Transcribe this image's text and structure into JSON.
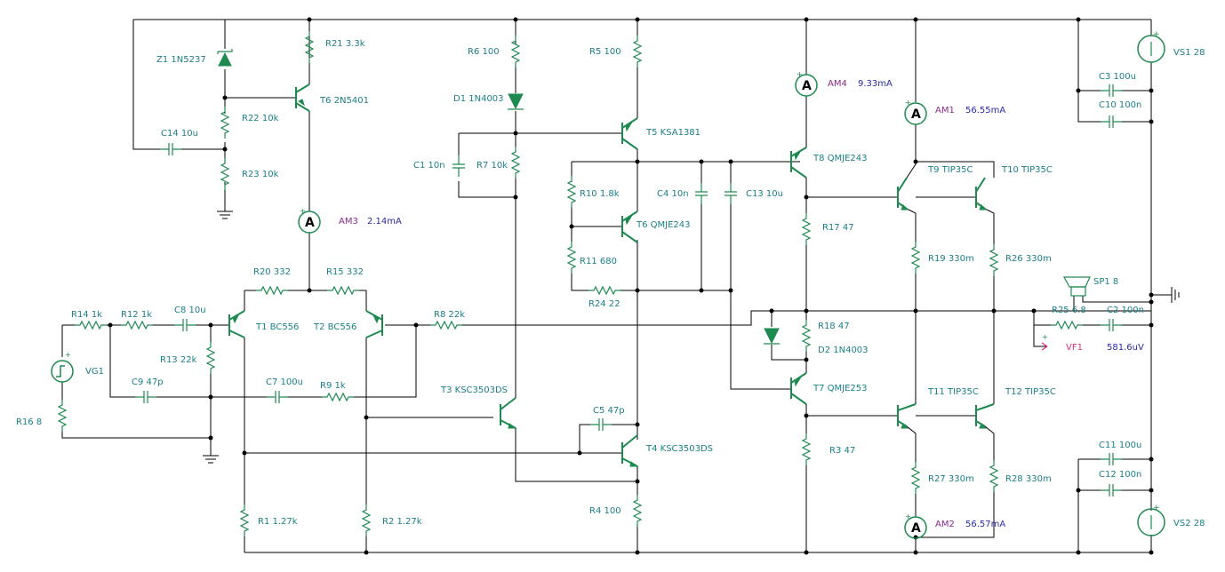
{
  "colors": {
    "wire": "#000000",
    "part": "#1e8a50",
    "label": "#1a7f86",
    "meter_name": "#8b2a8b",
    "reading": "#2a2aa8"
  },
  "resistors": [
    {
      "name": "r21",
      "text": "R21 3.3k"
    },
    {
      "name": "r22",
      "text": "R22 10k"
    },
    {
      "name": "r23",
      "text": "R23 10k"
    },
    {
      "name": "r6",
      "text": "R6 100"
    },
    {
      "name": "r5",
      "text": "R5 100"
    },
    {
      "name": "r7",
      "text": "R7 10k"
    },
    {
      "name": "r10",
      "text": "R10 1.8k"
    },
    {
      "name": "r11",
      "text": "R11 680"
    },
    {
      "name": "r24",
      "text": "R24 22"
    },
    {
      "name": "r17",
      "text": "R17 47"
    },
    {
      "name": "r19",
      "text": "R19 330m"
    },
    {
      "name": "r26",
      "text": "R26 330m"
    },
    {
      "name": "r20",
      "text": "R20 332"
    },
    {
      "name": "r15",
      "text": "R15 332"
    },
    {
      "name": "r14",
      "text": "R14 1k"
    },
    {
      "name": "r12",
      "text": "R12 1k"
    },
    {
      "name": "r13",
      "text": "R13 22k"
    },
    {
      "name": "r9",
      "text": "R9 1k"
    },
    {
      "name": "r8",
      "text": "R8 22k"
    },
    {
      "name": "r16",
      "text": "R16 8"
    },
    {
      "name": "r18",
      "text": "R18 47"
    },
    {
      "name": "r25",
      "text": "R25 6.8"
    },
    {
      "name": "r3",
      "text": "R3 47"
    },
    {
      "name": "r27",
      "text": "R27 330m"
    },
    {
      "name": "r28",
      "text": "R28 330m"
    },
    {
      "name": "r4",
      "text": "R4 100"
    },
    {
      "name": "r1",
      "text": "R1 1.27k"
    },
    {
      "name": "r2",
      "text": "R2 1.27k"
    }
  ],
  "capacitors": [
    {
      "name": "c14",
      "text": "C14 10u"
    },
    {
      "name": "c1",
      "text": "C1 10n"
    },
    {
      "name": "c4",
      "text": "C4 10n"
    },
    {
      "name": "c13",
      "text": "C13 10u"
    },
    {
      "name": "c3",
      "text": "C3 100u"
    },
    {
      "name": "c10",
      "text": "C10 100n"
    },
    {
      "name": "c8",
      "text": "C8 10u"
    },
    {
      "name": "c9",
      "text": "C9 47p"
    },
    {
      "name": "c7",
      "text": "C7 100u"
    },
    {
      "name": "c2",
      "text": "C2 100n"
    },
    {
      "name": "c5",
      "text": "C5 47p"
    },
    {
      "name": "c11",
      "text": "C11 100u"
    },
    {
      "name": "c12",
      "text": "C12 100n"
    }
  ],
  "transistors": [
    {
      "name": "t6a",
      "text": "T6 2N5401"
    },
    {
      "name": "t5",
      "text": "T5 KSA1381"
    },
    {
      "name": "t6b",
      "text": "T6 QMJE243"
    },
    {
      "name": "t8",
      "text": "T8 QMJE243"
    },
    {
      "name": "t9",
      "text": "T9 TIP35C"
    },
    {
      "name": "t10",
      "text": "T10 TIP35C"
    },
    {
      "name": "t1",
      "text": "T1 BC556"
    },
    {
      "name": "t2",
      "text": "T2 BC556"
    },
    {
      "name": "t3",
      "text": "T3 KSC3503DS"
    },
    {
      "name": "t4",
      "text": "T4 KSC3503DS"
    },
    {
      "name": "t7",
      "text": "T7 QMJE253"
    },
    {
      "name": "t11",
      "text": "T11 TIP35C"
    },
    {
      "name": "t12",
      "text": "T12 TIP35C"
    }
  ],
  "diodes": [
    {
      "name": "z1",
      "text": "Z1 1N5237"
    },
    {
      "name": "d1",
      "text": "D1 1N4003"
    },
    {
      "name": "d2",
      "text": "D2 1N4003"
    }
  ],
  "sources": [
    {
      "name": "vs1",
      "text": "VS1 28"
    },
    {
      "name": "vs2",
      "text": "VS2 28"
    },
    {
      "name": "vg1",
      "text": "VG1"
    },
    {
      "name": "sp1",
      "text": "SP1 8"
    }
  ],
  "meters": [
    {
      "name": "am4",
      "label": "AM4",
      "reading": "9.33mA"
    },
    {
      "name": "am1",
      "label": "AM1",
      "reading": "56.55mA"
    },
    {
      "name": "am3",
      "label": "AM3",
      "reading": "2.14mA"
    },
    {
      "name": "vf1",
      "label": "VF1",
      "reading": "581.6uV"
    },
    {
      "name": "am2",
      "label": "AM2",
      "reading": "56.57mA"
    }
  ],
  "meter_symbol": "A"
}
